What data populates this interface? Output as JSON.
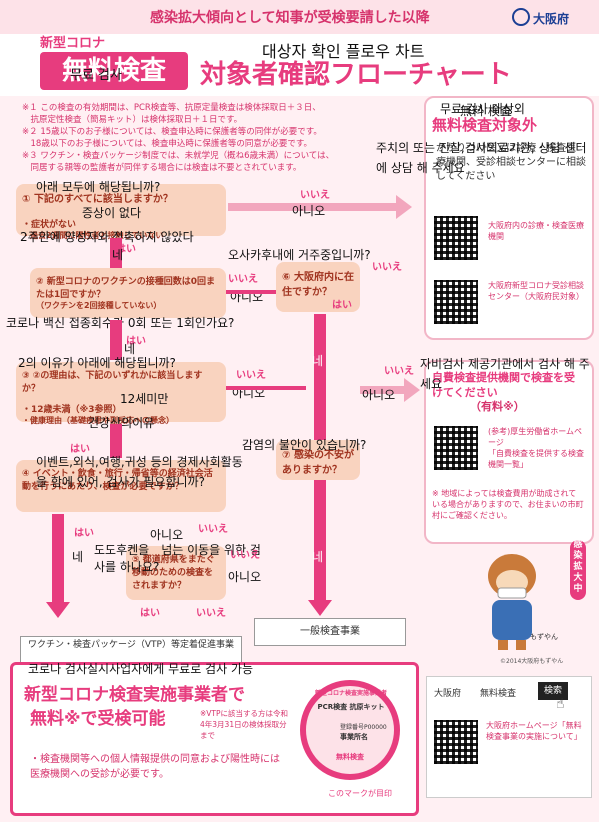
{
  "banner": {
    "text": "感染拡大傾向として知事が受検要請した以降",
    "logo": "大阪府"
  },
  "title": {
    "sub": "新型コロナ",
    "box": "無料検査",
    "main": "対象者確認フローチャート",
    "kr_main": "대상자 확인 플로우 차트",
    "kr_box": "무료 검사"
  },
  "notes": [
    "※１ この検査の有効期間は、PCR検査等、抗原定量検査は検体採取日＋３日、",
    "　抗原定性検査（簡易キット）は検体採取日＋１日です。",
    "※２ 15歳以下のお子様については、検査申込時に保護者等の同伴が必要です。",
    "　18歳以下のお子様については、検査申込時に保護者等の同意が必要です。",
    "※３ ワクチン・検査パッケージ制度では、未就学児（概ね6歳未満）については、",
    "　同居する親等の監護者が同伴する場合には検査は不要とされています。"
  ],
  "q1": {
    "jp": "① 下記のすべてに該当しますか？",
    "kr": "아래 모두에 해당됩니까?",
    "item1_jp": "・症状がない",
    "item1_kr": "증상이 없다",
    "item2_jp": "・過去2週間に陽性者と接触していない",
    "item2_kr": "2주안에 양성자와 접촉하지 않았다"
  },
  "q2": {
    "jp": "② 新型コロナのワクチンの接種回数は0回または1回ですか？",
    "sub": "（ワクチンを2回接種していない）",
    "kr": "코로나 백신 접종회수가 0회 또는 1회인가요?"
  },
  "q3": {
    "jp": "③ ②の理由は、下記のいずれかに該当しますか？",
    "kr": "2의 이유가 아래에 해당됩니까?",
    "item1_jp": "・12歳未満（※3参照）",
    "item1_kr": "12세미만",
    "item2_jp": "・健康理由（基礎疾患や副反応への懸念）",
    "item2_kr": "건강상의이유"
  },
  "q4": {
    "jp": "④ イベント・飲食・旅行・帰省等の経済社会活動を行うにあたり、検査が必要ですか？",
    "kr": "이벤트,외식,여행,귀성 등의 경제사회활동을 함에 있어, 검사가 필요합니까?"
  },
  "q5": {
    "jp": "⑤ 都道府県をまたぐ移動のための検査をされますか？",
    "kr": "도도후켄을　넘는 이동을 위한 검사를 하나요?",
    "kr_no": "아니오"
  },
  "q6": {
    "jp": "⑥ 大阪府内に在住ですか？",
    "kr": "오사카후내에 거주중입니까?"
  },
  "q7": {
    "jp": "⑦ 感染の不安がありますか？",
    "kr": "감염의 불안이 있습니까?"
  },
  "labels": {
    "yes": "はい",
    "no": "いいえ",
    "yes_kr": "네",
    "no_kr": "아니오"
  },
  "right1": {
    "title_jp": "無料検査対象外",
    "title_prefix": "無料 検査",
    "title_out": "対象外",
    "kr": "무료 검사 대상외",
    "body_jp": "かかりつけ医又は診療・検査医療機関、受診相談センターに相談してください",
    "body_kr": "주치의 또는 진찰,검사의료기관, 상담 센터에 상담 해 주세요",
    "qr1_label": "大阪府内の診療・検査医療機関",
    "qr2_label": "大阪府新型コロナ受診相談センター（大阪府民対象）"
  },
  "right2": {
    "title_jp": "自費検査提供機関で検査を受けてください",
    "paid": "（有料※）",
    "kr": "자비검사 제공기관에서 검사 해 주세요",
    "qr_label1": "(参考)厚生労働省ホームページ",
    "qr_label2": "「自費検査を提供する検査機関一覧」",
    "note": "※ 地域によっては検査費用が助成されている場合がありますので、お住まいの市町村にご確認ください。"
  },
  "mascot": {
    "sign": "感染拡大中",
    "name": "もずやん",
    "copy": "©2014大阪府もずやん"
  },
  "bottom": {
    "vtp_bar": "ワクチン・検査パッケージ（VTP）等定着促進事業",
    "general_bar": "一般検査事業",
    "kr_line": "코로나 검사실시사업자에게 무료로 검사 가능",
    "main1": "新型コロナ検査実施事業者で",
    "main2": "無料※で受検可能",
    "vtp_note": "※VTPに該当する方は令和4年3月31日の検体採取分まで",
    "footnote": "・検査機関等への個人情報提供の同意および陽性時には医療機関への受診が必要です。",
    "seal_top": "新型コロナ検査実施事業者",
    "seal_kit": "PCR検査 抗原キット",
    "seal_no": "登録番号P00000",
    "seal_name": "事業所名",
    "seal_bottom": "無料検査",
    "seal_caption": "このマークが目印"
  },
  "search": {
    "left": "大阪府",
    "middle": "無料検査",
    "button": "検索",
    "caption": "大阪府ホームページ「無料検査事業の実施について」"
  },
  "colors": {
    "accent": "#e73c7e",
    "peach": "#f9d3bf",
    "bg": "#fff0f3"
  }
}
